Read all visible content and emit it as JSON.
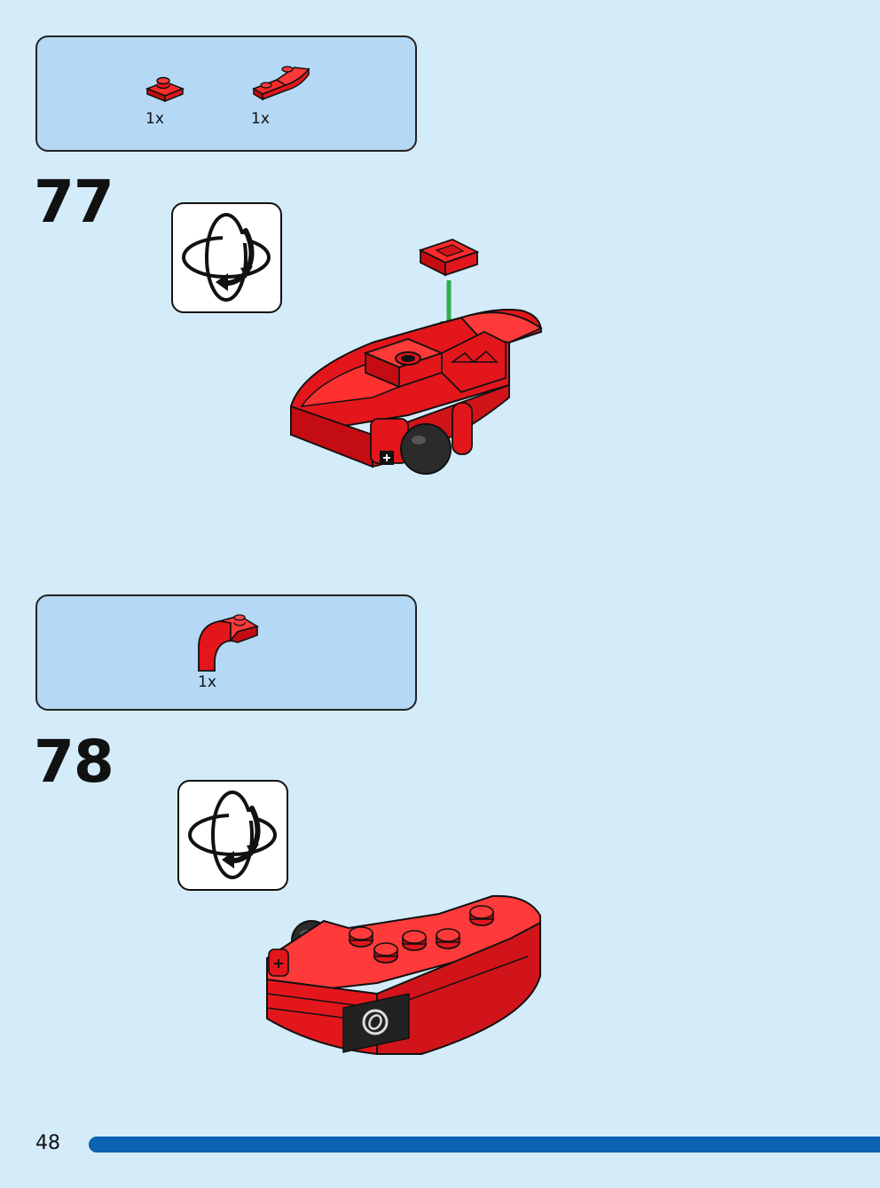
{
  "steps": [
    {
      "number": "77",
      "parts": [
        {
          "icon": "red-plate-1x1-brick",
          "quantity": "1x"
        },
        {
          "icon": "red-curved-slope-brick",
          "quantity": "1x"
        }
      ],
      "rotate_icon": "rotate-model-icon"
    },
    {
      "number": "78",
      "parts": [
        {
          "icon": "red-arch-curved-brick",
          "quantity": "1x"
        }
      ],
      "rotate_icon": "rotate-model-icon"
    }
  ],
  "footer": {
    "page_number": "48"
  },
  "colors": {
    "background": "#d4ebfa",
    "parts_box": "#b5d8f4",
    "brick_red": "#e3161c",
    "arrow_green": "#2fae4a",
    "progress_bar": "#0a63b0"
  }
}
